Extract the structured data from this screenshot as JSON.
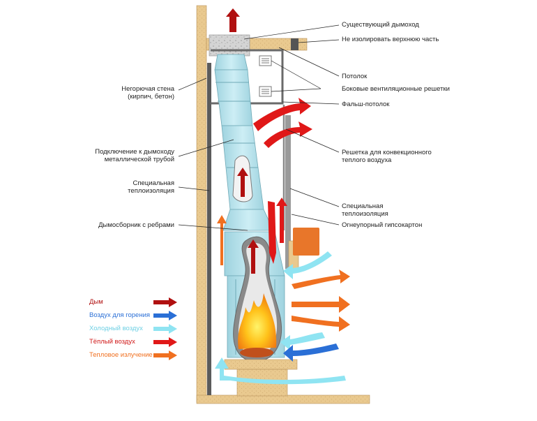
{
  "labels": {
    "existing_chimney": "Существующий дымоход",
    "no_insulate_top": "Не изолировать верхнюю часть",
    "ceiling": "Потолок",
    "side_vents": "Боковые вентиляционные решетки",
    "false_ceiling": "Фальш-потолок",
    "convection_grille": "Решетка для конвекционного\nтеплого воздуха",
    "special_insulation_right": "Специальная\nтеплоизоляция",
    "fireproof_drywall": "Огнеупорный гипсокартон",
    "noncombustible_wall": "Негорючая стена\n(кирпич, бетон)",
    "metal_pipe_connection": "Подключение к дымоходу\nметаллической трубой",
    "special_insulation_left": "Специальная\nтеплоизоляция",
    "ribbed_smoke_collector": "Дымосборник с ребрами"
  },
  "legend": [
    {
      "label": "Дым",
      "color": "#b01010",
      "text_color": "#b01010"
    },
    {
      "label": "Воздух для горения",
      "color": "#2a6fd6",
      "text_color": "#2a6fd6"
    },
    {
      "label": "Холодный воздух",
      "color": "#8fe4f2",
      "text_color": "#6fd0e4"
    },
    {
      "label": "Тёплый воздух",
      "color": "#e01818",
      "text_color": "#d01818"
    },
    {
      "label": "Тепловое излучение",
      "color": "#f07020",
      "text_color": "#f07020"
    }
  ]
}
